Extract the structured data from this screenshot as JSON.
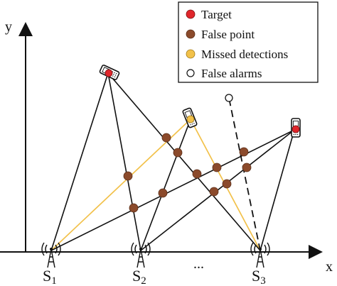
{
  "axes": {
    "x_label": "x",
    "y_label": "y"
  },
  "legend": [
    {
      "key": "target",
      "label": "Target",
      "color": "#e0262b"
    },
    {
      "key": "false_point",
      "label": "False point",
      "color": "#8b4a2b"
    },
    {
      "key": "missed",
      "label": "Missed detections",
      "color": "#f2c14a"
    },
    {
      "key": "false_alarm",
      "label": "False alarms",
      "color": "#ffffff"
    }
  ],
  "sensors": [
    {
      "id": "s1",
      "label": "S",
      "sub": "1"
    },
    {
      "id": "s2",
      "label": "S",
      "sub": "2"
    },
    {
      "id": "s3",
      "label": "S",
      "sub": "3"
    }
  ],
  "ellipsis": "...",
  "colors": {
    "line": "#111111",
    "missed_line": "#f2c14a"
  },
  "icons": {
    "sensor": "antenna-tower-icon",
    "target": "mobile-phone-icon"
  }
}
